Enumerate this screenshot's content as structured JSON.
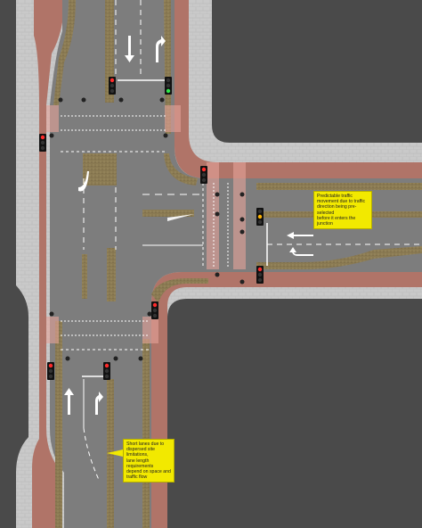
{
  "callouts": [
    {
      "id": "callout-predictable-traffic",
      "lines": [
        "Predictable traffic",
        "movement due to traffic",
        "direction being pre-selected",
        "before it enters the junction"
      ]
    },
    {
      "id": "callout-short-lanes",
      "lines": [
        "Short lanes due to",
        "dispersed site limitations,",
        "lane length requirements",
        "depend on space and",
        "traffic flow"
      ]
    }
  ],
  "colors": {
    "background": "#4a4a4a",
    "pavement": "#c9c9c9",
    "cycle_track": "#b07468",
    "carriageway": "#7d7d7d",
    "verge": "#8a7a52",
    "callout": "#f2e900"
  },
  "signal_heads": [
    {
      "name": "signal-north-1",
      "state": "red"
    },
    {
      "name": "signal-north-2",
      "state": "green-arrow"
    },
    {
      "name": "signal-west",
      "state": "red"
    },
    {
      "name": "signal-east-1",
      "state": "red"
    },
    {
      "name": "signal-east-2",
      "state": "amber"
    },
    {
      "name": "signal-east-3",
      "state": "red"
    },
    {
      "name": "signal-south-1",
      "state": "red"
    },
    {
      "name": "signal-south-2",
      "state": "red"
    }
  ]
}
